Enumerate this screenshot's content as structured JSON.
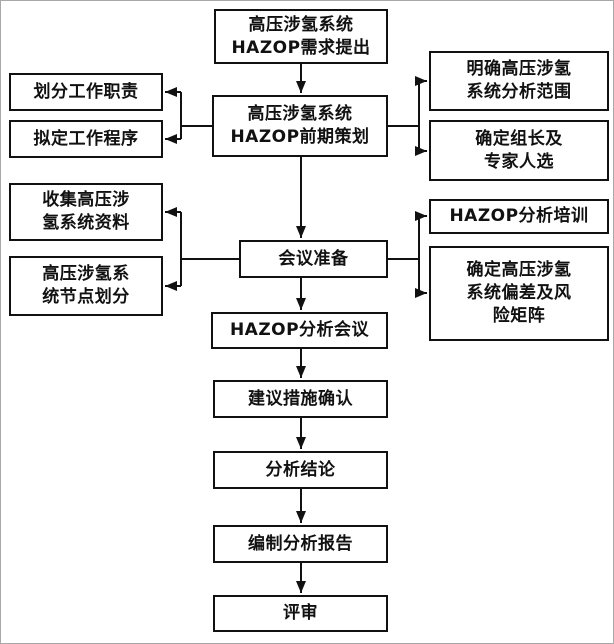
{
  "diagram": {
    "type": "flowchart",
    "language": "zh-CN",
    "subject": "高压涉氢系统HAZOP分析流程"
  },
  "nodes": {
    "need": {
      "label": "高压涉氢系统\nHAZOP需求提出"
    },
    "plan": {
      "label": "高压涉氢系统\nHAZOP前期策划"
    },
    "duties": {
      "label": "划分工作职责"
    },
    "procedures": {
      "label": "拟定工作程序"
    },
    "collect": {
      "label": "收集高压涉\n氢系统资料"
    },
    "node_division": {
      "label": "高压涉氢系\n统节点划分"
    },
    "scope": {
      "label": "明确高压涉氢\n系统分析范围"
    },
    "leader": {
      "label": "确定组长及\n专家人选"
    },
    "training": {
      "label": "HAZOP分析培训"
    },
    "risk_matrix": {
      "label": "确定高压涉氢\n系统偏差及风\n险矩阵"
    },
    "prep": {
      "label": "会议准备"
    },
    "meeting": {
      "label": "HAZOP分析会议"
    },
    "measures": {
      "label": "建议措施确认"
    },
    "conclusion": {
      "label": "分析结论"
    },
    "report": {
      "label": "编制分析报告"
    },
    "review": {
      "label": "评审"
    }
  },
  "edges": [
    {
      "from": "need",
      "to": "plan"
    },
    {
      "from": "plan",
      "to": "duties"
    },
    {
      "from": "plan",
      "to": "procedures"
    },
    {
      "from": "plan",
      "to": "scope"
    },
    {
      "from": "plan",
      "to": "leader"
    },
    {
      "from": "plan",
      "to": "prep"
    },
    {
      "from": "prep",
      "to": "collect"
    },
    {
      "from": "prep",
      "to": "node_division"
    },
    {
      "from": "prep",
      "to": "training"
    },
    {
      "from": "prep",
      "to": "risk_matrix"
    },
    {
      "from": "prep",
      "to": "meeting"
    },
    {
      "from": "meeting",
      "to": "measures"
    },
    {
      "from": "measures",
      "to": "conclusion"
    },
    {
      "from": "conclusion",
      "to": "report"
    },
    {
      "from": "report",
      "to": "review"
    }
  ],
  "colors": {
    "line": "#111111",
    "box_border": "#111111",
    "background": "#ffffff"
  }
}
